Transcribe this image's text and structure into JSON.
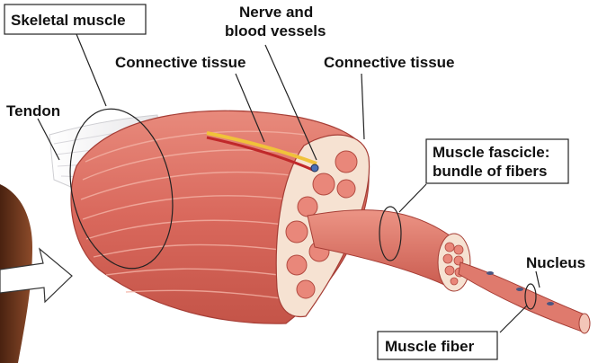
{
  "labels": {
    "skeletal_muscle": "Skeletal muscle",
    "nerve_line1": "Nerve and",
    "nerve_line2": "blood vessels",
    "connective_tissue_left": "Connective tissue",
    "connective_tissue_right": "Connective tissue",
    "tendon": "Tendon",
    "fascicle_line1": "Muscle fascicle:",
    "fascicle_line2": "bundle of fibers",
    "nucleus": "Nucleus",
    "muscle_fiber": "Muscle fiber"
  },
  "colors": {
    "muscle": "#d9685c",
    "muscle_dark": "#b8473e",
    "muscle_light": "#f0a89a",
    "sheath": "#f7e6d8",
    "tendon": "#e8e8ea",
    "nerve_yellow": "#f0c23a",
    "vessel_red": "#c0282a",
    "arrow_fill": "#ffffff",
    "skin": "#7a3f22"
  }
}
